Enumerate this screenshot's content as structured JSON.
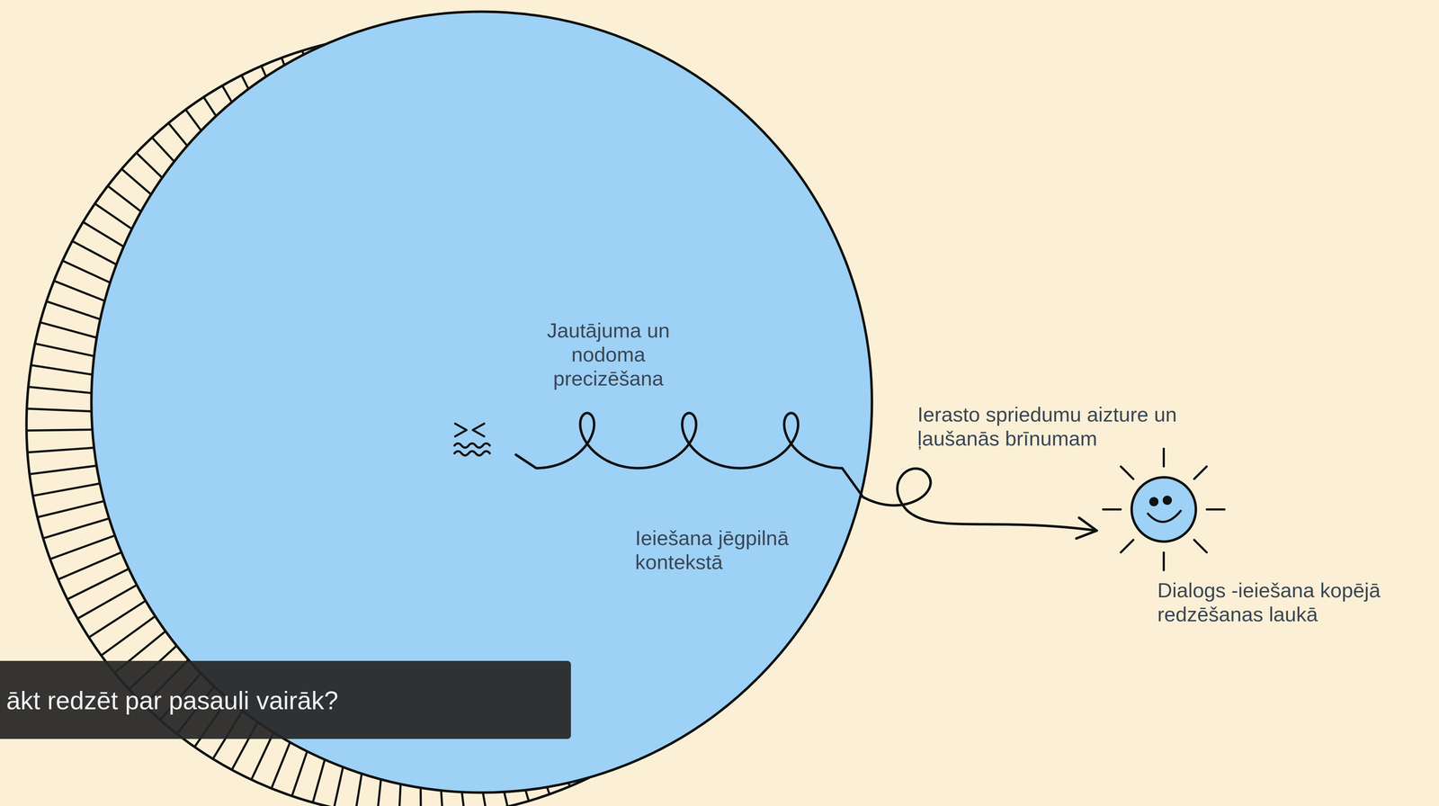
{
  "diagram": {
    "nodes": [
      {
        "text": [
          "Jautājuma un nodoma precizēšana",
          "Ieiešana jēgpilnā kontekstā"
        ]
      },
      {
        "text": [
          "Dialogs -ieiešana kopējā redzēšanas laukā"
        ]
      }
    ],
    "edges": [
      {
        "from": 0,
        "to": 1,
        "arrow": "to",
        "label": "Ierasto spriedumu aizture un ļaušanās brīnumam"
      }
    ],
    "labels": [
      "ākt redzēt par pasauli vairāk?"
    ]
  }
}
